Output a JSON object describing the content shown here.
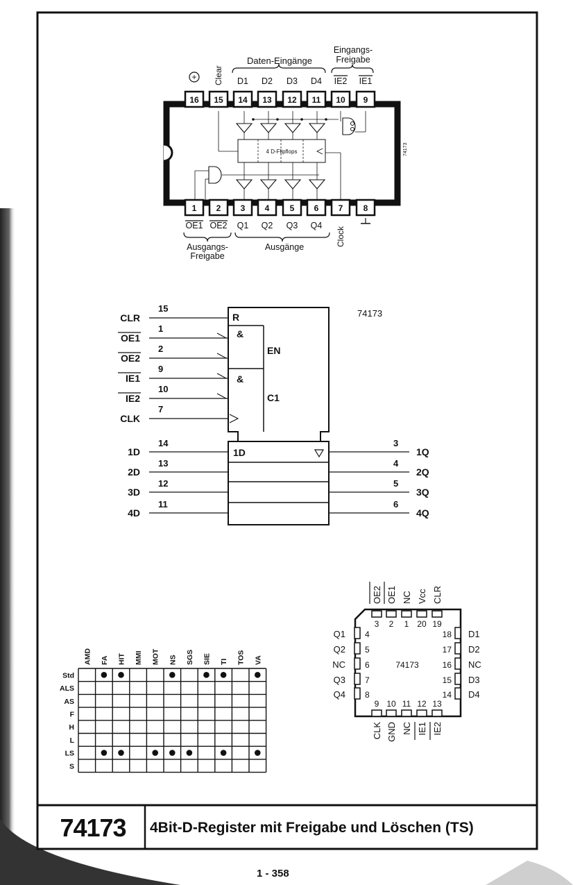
{
  "dip": {
    "top_pins": [
      "16",
      "15",
      "14",
      "13",
      "12",
      "11",
      "10",
      "9"
    ],
    "bottom_pins": [
      "1",
      "2",
      "3",
      "4",
      "5",
      "6",
      "7",
      "8"
    ],
    "top_labels": [
      "+",
      "Clear",
      "D1",
      "D2",
      "D3",
      "D4",
      "IE2",
      "IE1"
    ],
    "bottom_labels": [
      "OE1",
      "OE2",
      "Q1",
      "Q2",
      "Q3",
      "Q4",
      "Clock",
      "⊥"
    ],
    "group_daten": "Daten-Eingänge",
    "group_eingang_1": "Eingangs-",
    "group_eingang_2": "Freigabe",
    "group_ausgang_1": "Ausgangs-",
    "group_ausgang_2": "Freigabe",
    "group_ausgaenge": "Ausgänge",
    "flipflops_label": "4 D-Flipflops",
    "side_code": "74173"
  },
  "logic": {
    "part": "74173",
    "control_inputs": [
      {
        "name": "CLR",
        "pin": "15"
      },
      {
        "name": "OE1",
        "pin": "1"
      },
      {
        "name": "OE2",
        "pin": "2"
      },
      {
        "name": "IE1",
        "pin": "9"
      },
      {
        "name": "IE2",
        "pin": "10"
      },
      {
        "name": "CLK",
        "pin": "7"
      }
    ],
    "block_R": "R",
    "block_and1": "&",
    "block_and2": "&",
    "block_EN": "EN",
    "block_C1": "C1",
    "block_1D": "1D",
    "data_inputs": [
      {
        "name": "1D",
        "pin": "14"
      },
      {
        "name": "2D",
        "pin": "13"
      },
      {
        "name": "3D",
        "pin": "12"
      },
      {
        "name": "4D",
        "pin": "11"
      }
    ],
    "outputs": [
      {
        "name": "1Q",
        "pin": "3"
      },
      {
        "name": "2Q",
        "pin": "4"
      },
      {
        "name": "3Q",
        "pin": "5"
      },
      {
        "name": "4Q",
        "pin": "6"
      }
    ]
  },
  "plcc": {
    "center_label": "74173",
    "top_labels": [
      "OE2",
      "OE1",
      "NC",
      "Vcc",
      "CLR"
    ],
    "top_nums": [
      "3",
      "2",
      "1",
      "20",
      "19"
    ],
    "left_labels": [
      "Q1",
      "Q2",
      "NC",
      "Q3",
      "Q4"
    ],
    "left_nums": [
      "4",
      "5",
      "6",
      "7",
      "8"
    ],
    "right_labels": [
      "D1",
      "D2",
      "NC",
      "D3",
      "D4"
    ],
    "right_nums": [
      "18",
      "17",
      "16",
      "15",
      "14"
    ],
    "bottom_labels": [
      "CLK",
      "GND",
      "NC",
      "IE1",
      "IE2"
    ],
    "bottom_nums": [
      "9",
      "10",
      "11",
      "12",
      "13"
    ]
  },
  "availability": {
    "manufacturers": [
      "AMD",
      "FA",
      "HIT",
      "MMI",
      "MOT",
      "NS",
      "SGS",
      "SIE",
      "TI",
      "TOS",
      "VA"
    ],
    "families": [
      "Std",
      "ALS",
      "AS",
      "F",
      "H",
      "L",
      "LS",
      "S"
    ],
    "marks": [
      [
        false,
        true,
        true,
        false,
        false,
        true,
        false,
        true,
        true,
        false,
        true
      ],
      [
        false,
        false,
        false,
        false,
        false,
        false,
        false,
        false,
        false,
        false,
        false
      ],
      [
        false,
        false,
        false,
        false,
        false,
        false,
        false,
        false,
        false,
        false,
        false
      ],
      [
        false,
        false,
        false,
        false,
        false,
        false,
        false,
        false,
        false,
        false,
        false
      ],
      [
        false,
        false,
        false,
        false,
        false,
        false,
        false,
        false,
        false,
        false,
        false
      ],
      [
        false,
        false,
        false,
        false,
        false,
        false,
        false,
        false,
        false,
        false,
        false
      ],
      [
        false,
        true,
        true,
        false,
        true,
        true,
        true,
        false,
        true,
        false,
        true
      ],
      [
        false,
        false,
        false,
        false,
        false,
        false,
        false,
        false,
        false,
        false,
        false
      ]
    ]
  },
  "footer": {
    "part": "74173",
    "title": "4Bit-D-Register mit Freigabe und Löschen (TS)"
  },
  "page_number": "1 - 358"
}
